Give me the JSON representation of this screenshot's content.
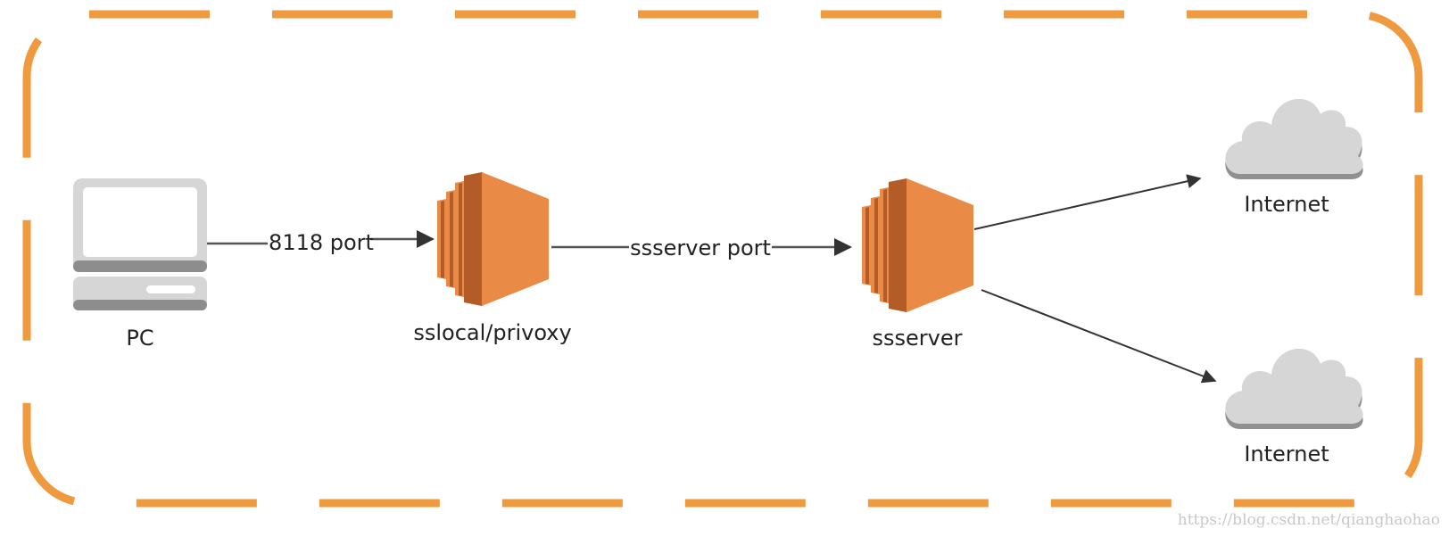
{
  "colors": {
    "boundary": "#ef9a3e",
    "server_light": "#e98a46",
    "server_dark": "#b45c27",
    "server_mid": "#d6763a",
    "device_gray": "#d5d6d5",
    "device_dark": "#8c8d8c",
    "edge": "#444444",
    "text": "#222222"
  },
  "nodes": {
    "pc": {
      "label": "PC",
      "icon": "laptop-icon"
    },
    "sslocal": {
      "label": "sslocal/privoxy",
      "icon": "server-icon"
    },
    "ssserver": {
      "label": "ssserver",
      "icon": "server-icon"
    },
    "internet_top": {
      "label": "Internet",
      "icon": "cloud-icon"
    },
    "internet_bottom": {
      "label": "Internet",
      "icon": "cloud-icon"
    }
  },
  "edges": {
    "pc_to_sslocal": {
      "label": "8118 port"
    },
    "sslocal_to_ssserver": {
      "label": "ssserver port"
    },
    "ssserver_to_internet_top": {
      "label": ""
    },
    "ssserver_to_internet_bottom": {
      "label": ""
    }
  },
  "watermark": "https://blog.csdn.net/qianghaohao"
}
